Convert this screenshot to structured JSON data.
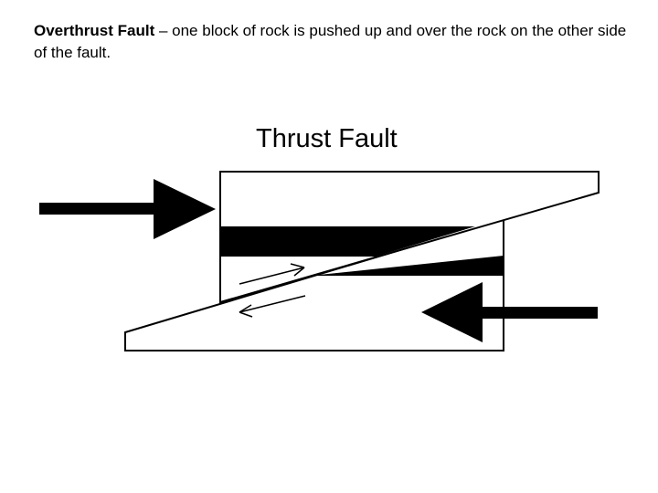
{
  "caption": {
    "term": "Overthrust Fault",
    "rest": " – one block of rock is pushed up and over the rock on the other side of the fault."
  },
  "diagram": {
    "title": "Thrust Fault",
    "colors": {
      "ink": "#000000",
      "paper": "#ffffff"
    },
    "icons": {
      "left_force": "arrow-right-icon",
      "right_force": "arrow-left-icon",
      "upper_motion": "half-arrow-right-icon",
      "lower_motion": "half-arrow-left-icon"
    }
  }
}
